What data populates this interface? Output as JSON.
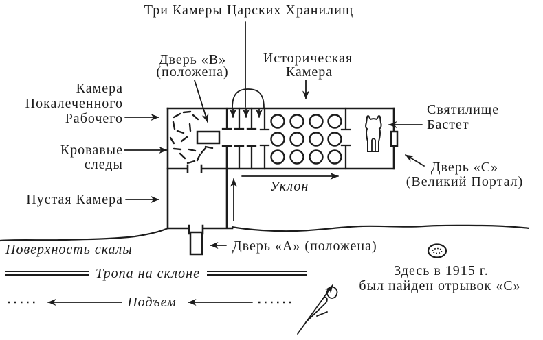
{
  "title": "Три Камеры Царских Хранилищ",
  "labels": {
    "door_b_1": "Дверь «В»",
    "door_b_2": "(положена)",
    "historical_1": "Историческая",
    "historical_2": "Камера",
    "maimed_1": "Камера",
    "maimed_2": "Покалеченного",
    "maimed_3": "Рабочего",
    "bloody_1": "Кровавые",
    "bloody_2": "следы",
    "empty_chamber": "Пустая Камера",
    "bastet_1": "Святилище",
    "bastet_2": "Бастет",
    "door_c_1": "Дверь «С»",
    "door_c_2": "(Великий Портал)",
    "door_a": "Дверь «А» (положена)",
    "slope": "Уклон",
    "rock_surface": "Поверхность скалы",
    "path_on_slope": "Тропа на склоне",
    "ascent": "Подъем",
    "find_spot_1": "Здесь в 1915 г.",
    "find_spot_2": "был найден отрывок «С»"
  },
  "colors": {
    "ink": "#1c1c1c",
    "background": "#ffffff"
  }
}
